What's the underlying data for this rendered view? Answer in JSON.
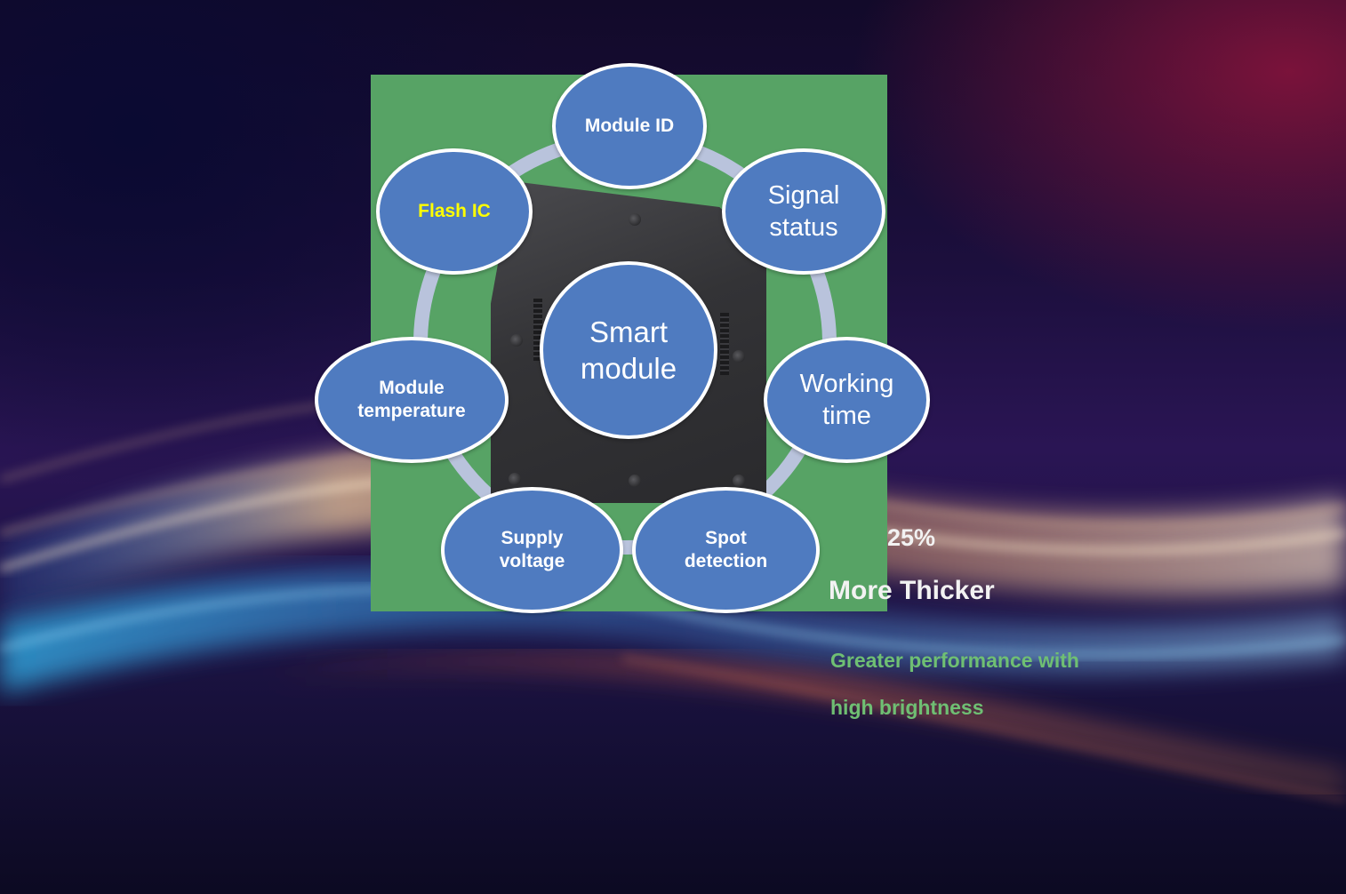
{
  "diagram": {
    "center_label": "Smart\nmodule",
    "nodes": {
      "module_id": "Module ID",
      "signal_status": "Signal\nstatus",
      "working_time": "Working\ntime",
      "spot_detection": "Spot\ndetection",
      "supply_voltage": "Supply\nvoltage",
      "module_temperature": "Module\ntemperature",
      "flash_ic": "Flash IC"
    },
    "colors": {
      "panel": "#57a365",
      "node_fill": "#4f7bc0",
      "node_border": "#ffffff",
      "ring": "#b9c3dc",
      "highlight_text": "#ffff00"
    }
  },
  "callout": {
    "percent": "25%",
    "headline": "More Thicker",
    "line1": "Greater performance  with",
    "line2": "high brightness",
    "line_color": "#6fbf73"
  }
}
